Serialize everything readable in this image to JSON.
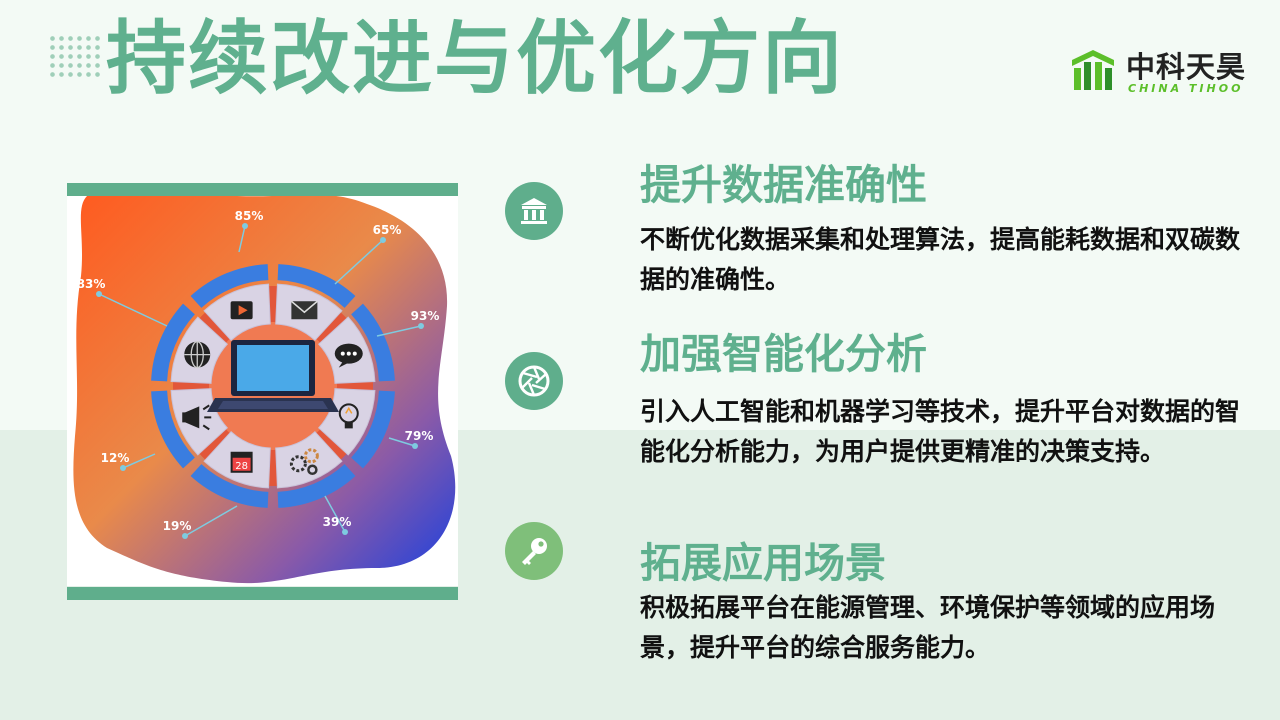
{
  "title": "持续改进与优化方向",
  "logo": {
    "name_cn": "中科天昊",
    "name_en": "CHINA TIHOO"
  },
  "brand_color": "#5fb08e",
  "infographic": {
    "percentages": [
      "85%",
      "65%",
      "93%",
      "79%",
      "39%",
      "19%",
      "12%",
      "83%"
    ],
    "calendar_day": "28",
    "segment_icons": [
      "video-play-icon",
      "envelope-icon",
      "chat-bubble-icon",
      "lightbulb-icon",
      "gears-icon",
      "calendar-icon",
      "megaphone-icon",
      "globe-icon"
    ],
    "center_icon": "laptop-icon"
  },
  "items": [
    {
      "icon": "bank-icon",
      "title": "提升数据准确性",
      "body": "不断优化数据采集和处理算法，提高能耗数据和双碳数据的准确性。"
    },
    {
      "icon": "aperture-icon",
      "title": "加强智能化分析",
      "body": "引入人工智能和机器学习等技术，提升平台对数据的智能化分析能力，为用户提供更精准的决策支持。"
    },
    {
      "icon": "key-icon",
      "title": "拓展应用场景",
      "body": "积极拓展平台在能源管理、环境保护等领域的应用场景，提升平台的综合服务能力。"
    }
  ]
}
